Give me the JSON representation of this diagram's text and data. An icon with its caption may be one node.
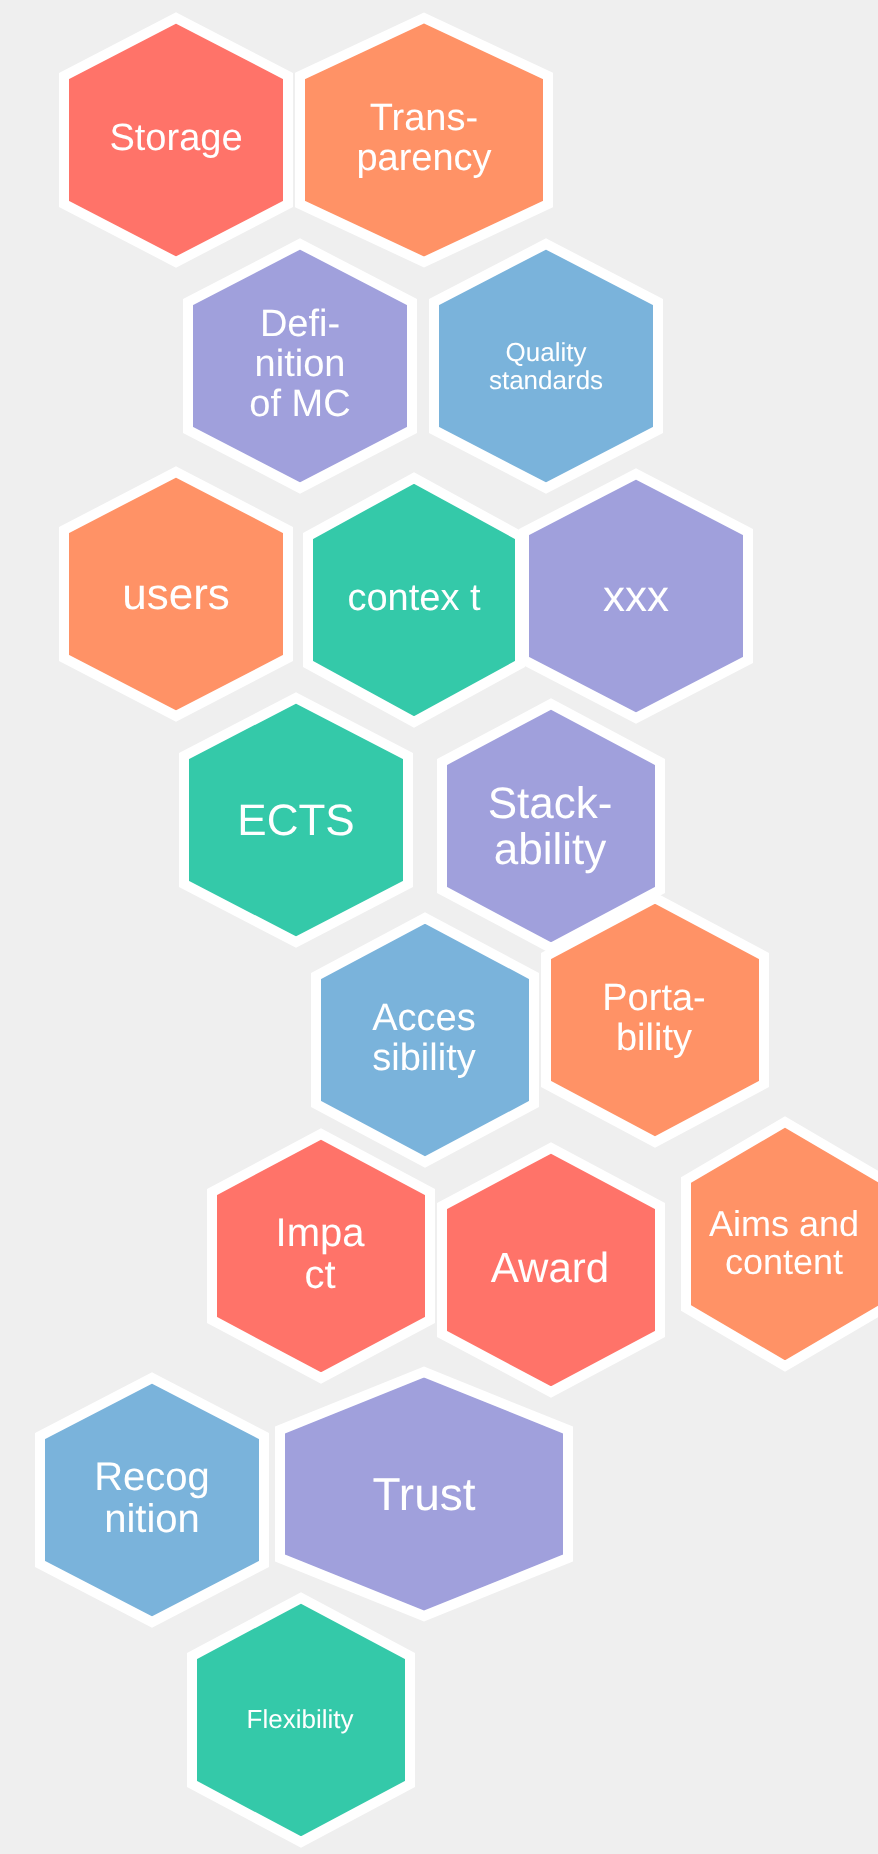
{
  "diagram": {
    "nodes": [
      {
        "text": [
          "Storage"
        ]
      },
      {
        "text": [
          "Trans- parency"
        ]
      },
      {
        "text": [
          "Defi- nition of MC"
        ]
      },
      {
        "text": [
          "Quality standards"
        ]
      },
      {
        "text": [
          "users"
        ]
      },
      {
        "text": [
          "contex t"
        ]
      },
      {
        "text": [
          "xxx"
        ]
      },
      {
        "text": [
          "ECTS"
        ]
      },
      {
        "text": [
          "Stack- ability"
        ]
      },
      {
        "text": [
          "Acces sibility"
        ]
      },
      {
        "text": [
          "Porta- bility"
        ]
      },
      {
        "text": [
          "Impa ct"
        ]
      },
      {
        "text": [
          "Award"
        ]
      },
      {
        "text": [
          "Aims and content"
        ]
      },
      {
        "text": [
          "Recog nition"
        ]
      },
      {
        "text": [
          "Trust"
        ]
      },
      {
        "text": [
          "Flexibility"
        ]
      }
    ]
  }
}
